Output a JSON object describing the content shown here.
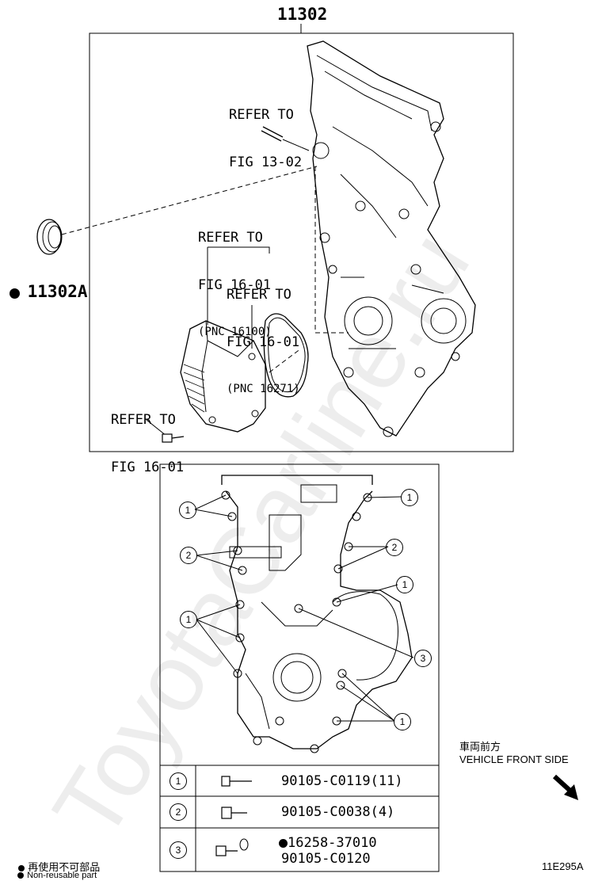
{
  "main_part_number": "11302",
  "oil_seal": {
    "part_number": "11302A",
    "non_reusable": true
  },
  "callouts": {
    "refer_13_02": [
      "REFER TO",
      "FIG 13-02"
    ],
    "refer_16_01_a": [
      "REFER TO",
      "FIG 16-01",
      "(PNC 16100)"
    ],
    "refer_16_01_b": [
      "REFER TO",
      "FIG 16-01",
      "(PNC 16271)"
    ],
    "refer_16_01_c": [
      "REFER TO",
      "FIG 16-01"
    ]
  },
  "bolt_marks": [
    "1",
    "2",
    "3"
  ],
  "parts_table": [
    {
      "key": "1",
      "part_number": "90105-C0119(11)"
    },
    {
      "key": "2",
      "part_number": "90105-C0038(4)"
    },
    {
      "key": "3",
      "part_number": "16258-37010",
      "part_number_2": "90105-C0120",
      "non_reusable": true
    }
  ],
  "vehicle_front": {
    "japanese": "車両前方",
    "english": "VEHICLE FRONT SIDE"
  },
  "legend": {
    "japanese": "再使用不可部品",
    "english": "Non-reusable part"
  },
  "figure_code": "11E295A",
  "watermark": "ToyotaCarline.ru",
  "colors": {
    "line": "#000000",
    "background": "#ffffff"
  }
}
